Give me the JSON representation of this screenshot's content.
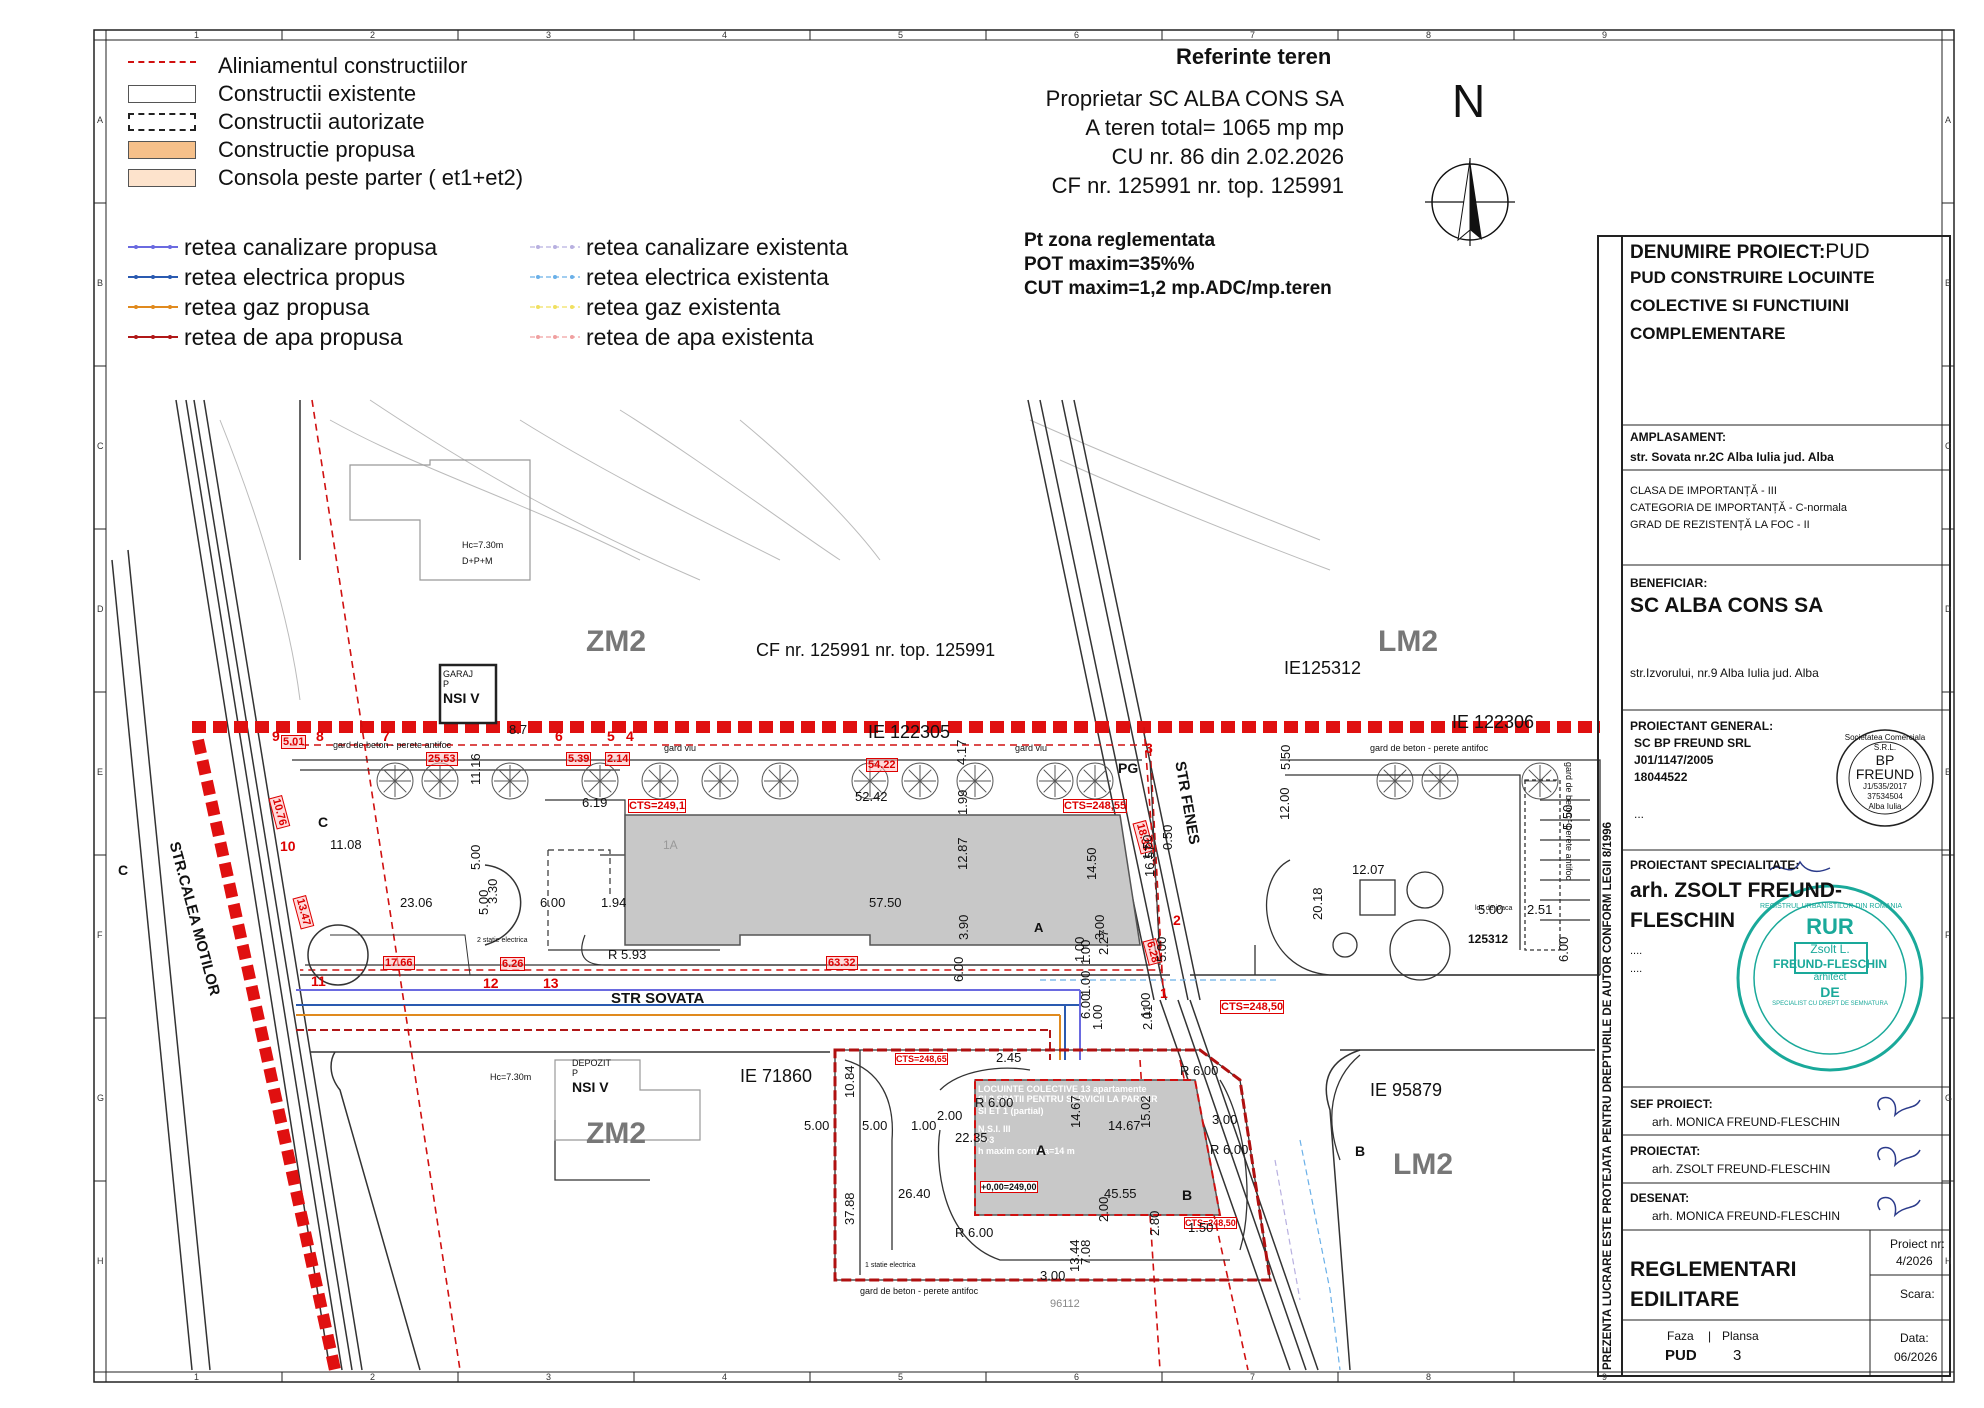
{
  "legend": {
    "items": [
      {
        "label": "Aliniamentul constructiilor",
        "style": "red-dash"
      },
      {
        "label": "Constructii existente",
        "style": "box-plain"
      },
      {
        "label": "Constructii autorizate",
        "style": "box-dashed"
      },
      {
        "label": "Constructie propusa",
        "style": "box-orange"
      },
      {
        "label": "Consola peste parter ( et1+et2)",
        "style": "box-peach"
      }
    ],
    "networks_proposed": [
      {
        "label": "retea canalizare propusa",
        "color": "#6a6ae0"
      },
      {
        "label": "retea electrica propus",
        "color": "#2a5ab0"
      },
      {
        "label": "retea gaz propusa",
        "color": "#e08a1e"
      },
      {
        "label": "retea de apa propusa",
        "color": "#b01818"
      }
    ],
    "networks_existing": [
      {
        "label": "retea canalizare existenta",
        "color": "#b8b0e0"
      },
      {
        "label": "retea electrica existenta",
        "color": "#6ab0e8"
      },
      {
        "label": "retea gaz existenta",
        "color": "#f0e060"
      },
      {
        "label": "retea de apa existenta",
        "color": "#f0a0a0"
      }
    ]
  },
  "referinte": {
    "title": "Referinte teren",
    "lines": [
      "Proprietar SC ALBA CONS SA",
      "A teren total= 1065 mp mp",
      "CU nr. 86 din 2.02.2026",
      "CF nr. 125991 nr. top. 125991"
    ],
    "zona_title": "Pt zona reglementata",
    "pot": "POT maxim=35%%",
    "cut": "CUT maxim=1,2 mp.ADC/mp.teren"
  },
  "north": "N",
  "grid": {
    "columns": [
      "1",
      "2",
      "3",
      "4",
      "5",
      "6",
      "7",
      "8",
      "9"
    ],
    "rows": [
      "A",
      "B",
      "C",
      "D",
      "E",
      "F",
      "G",
      "H"
    ]
  },
  "title_block": {
    "denumire_label": "DENUMIRE PROIECT:",
    "denumire_value": "PUD",
    "project_lines": [
      "PUD CONSTRUIRE LOCUINTE",
      "COLECTIVE SI FUNCTIUINI",
      "COMPLEMENTARE"
    ],
    "amplasament_label": "AMPLASAMENT:",
    "amplasament_value": "str. Sovata nr.2C Alba Iulia  jud. Alba",
    "clasa": [
      "CLASA DE IMPORTANȚĂ - III",
      "CATEGORIA DE IMPORTANȚĂ - C-normala",
      "GRAD DE REZISTENȚĂ LA FOC - II"
    ],
    "beneficiar_label": "BENEFICIAR:",
    "beneficiar_value": "SC ALBA CONS SA",
    "beneficiar_address": "str.Izvorului, nr.9 Alba Iulia jud. Alba",
    "proiectant_general_label": "PROIECTANT GENERAL:",
    "proiectant_general_lines": [
      "SC BP FREUND SRL",
      "J01/1147/2005",
      "18044522",
      "..."
    ],
    "proiectant_spec_label": "PROIECTANT SPECIALITATE:",
    "proiectant_spec_lines": [
      "arh. ZSOLT FREUND-",
      "FLESCHIN"
    ],
    "proiectant_spec_dots": [
      "....",
      "...."
    ],
    "sef_label": "SEF PROIECT:",
    "sef_value": "arh. MONICA FREUND-FLESCHIN",
    "proiectat_label": "PROIECTAT:",
    "proiectat_value": "arh. ZSOLT FREUND-FLESCHIN",
    "desenat_label": "DESENAT:",
    "desenat_value": "arh. MONICA FREUND-FLESCHIN",
    "drawing_title": [
      "REGLEMENTARI",
      "EDILITARE"
    ],
    "proiect_nr_label": "Proiect nr:",
    "proiect_nr_value": "4/2026",
    "scara_label": "Scara:",
    "faza_label": "Faza",
    "faza_value": "PUD",
    "plansa_label": "Plansa",
    "plansa_value": "3",
    "data_label": "Data:",
    "data_value": "06/2026",
    "vertical_note": "PREZENTA LUCRARE ESTE PROTEJATA PENTRU DREPTURILE DE AUTOR CONFORM  LEGII 8/1996",
    "stamp_company": [
      "Societatea Comerciala",
      "S.R.L.",
      "BP",
      "FREUND",
      "J1/535/2017",
      "37534504",
      "Alba Iulia"
    ],
    "stamp_rur": [
      "REGISTRUL URBANISTILOR DIN ROMANIA",
      "RUR",
      "Zsolt L.",
      "FREUND-FLESCHIN",
      "arhitect",
      "DE",
      "SPECIALIST CU DREPT DE SEMNATURA"
    ]
  },
  "plan": {
    "zones": {
      "zm2_top": "ZM2",
      "lm2_top": "LM2",
      "zm2_bottom": "ZM2",
      "lm2_bottom": "LM2"
    },
    "streets": {
      "calea_motilor": "STR.CALEA MOTILOR",
      "sovata": "STR SOVATA",
      "fenes": "STR FENES"
    },
    "cf_label": "CF nr. 125991 nr. top. 125991",
    "ie_labels": [
      "IE 122305",
      "IE125312",
      "IE 122306",
      "IE 71860",
      "IE 95879"
    ],
    "ie_small": "125312",
    "ie_96112": "96112",
    "garaj": [
      "GARAJ",
      "P",
      "NSI V"
    ],
    "depozit": [
      "DEPOZIT",
      "P",
      "NSI V"
    ],
    "house_label": [
      "Hc=7.30m",
      "D+P+M"
    ],
    "hc_bottom": "Hc=7.30m",
    "c_labels": [
      "C",
      "C"
    ],
    "pg": "PG",
    "gard": [
      "gard de beton - perete antifoc",
      "gard viu",
      "gard viu",
      "gard de beton - perete antifoc",
      "gard de beton - perete antifoc",
      "gard de beton - perete antifoc"
    ],
    "cts": [
      "CTS=249,1",
      "CTS=248,55",
      "CTS=248,50",
      "CTS=248,65",
      "CTS=248,50"
    ],
    "bottom_building_text": [
      "LOCUINTE COLECTIVE 13 apartamente",
      "SI 3 SPATII PENTRU SERVICII LA PARTER",
      "SI ET 1 (partial)",
      "N.S.I. III",
      "P+3",
      "h maxim cornisa=14 m",
      "+0,00=249,00"
    ],
    "red_numbers": [
      "9",
      "8",
      "7",
      "6",
      "5",
      "4",
      "3",
      "2",
      "1",
      "10",
      "11",
      "12",
      "13"
    ],
    "red_tags": [
      "5.01",
      "25.53",
      "5.39",
      "2.14",
      "54.22",
      "10.76",
      "13.47",
      "17.66",
      "6.26",
      "63.32",
      "18.33",
      "6.28"
    ],
    "dims": [
      "11.16",
      "11.08",
      "5.00",
      "23.06",
      "6.00",
      "1.94",
      "52.42",
      "57.50",
      "12.87",
      "1.99",
      "4.17",
      "14.50",
      "3.90",
      "3.00",
      "1.50",
      "1.00",
      "2.27",
      "6.19",
      "R 5.93",
      "3.30",
      "5.00",
      "6.00",
      "1.00",
      "1.00",
      "5.00",
      "5.50",
      "12.00",
      "12.07",
      "20.18",
      "5.50",
      "5.00",
      "2.51",
      "6.00",
      "6.00",
      "1.00",
      "1.00",
      "2.01",
      "5.00",
      "5.00",
      "1.00",
      "2.00",
      "22.35",
      "14.67",
      "14.67",
      "15.02",
      "26.40",
      "45.55",
      "3.00",
      "7.08",
      "2.80",
      "2.00",
      "13.44",
      "10.84",
      "37.88",
      "2.45",
      "3.00",
      "R 6.00",
      "R 6.00",
      "R 6.00",
      "R 6.00",
      "1.50",
      "0.50",
      "16.57",
      "8.7"
    ],
    "misc_text": [
      "loc de joaca",
      "1A",
      "A",
      "A",
      "B",
      "B",
      "1 statie electrica",
      "2 statie electrica"
    ]
  }
}
